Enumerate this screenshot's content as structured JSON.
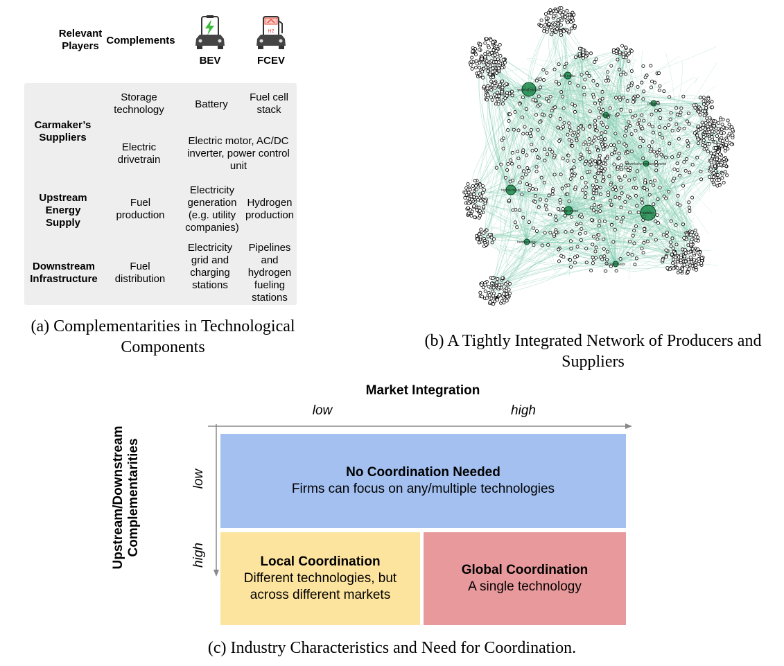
{
  "panel_a": {
    "header_players": "Relevant Players",
    "header_complements": "Complements",
    "col_bev": "BEV",
    "col_fcev": "FCEV",
    "rows": [
      {
        "player": "Carmaker’s Suppliers",
        "items": [
          {
            "complement": "Storage technology",
            "bev": "Battery",
            "fcev": "Fuel cell stack"
          },
          {
            "complement": "Electric drivetrain",
            "shared": "Electric motor, AC/DC inverter, power control unit"
          }
        ]
      },
      {
        "player": "Upstream Energy Supply",
        "items": [
          {
            "complement": "Fuel production",
            "bev": "Electricity generation (e.g. utility companies)",
            "fcev": "Hydrogen production"
          }
        ]
      },
      {
        "player": "Downstream Infrastructure",
        "items": [
          {
            "complement": "Fuel distribution",
            "bev": "Electricity grid and charging stations",
            "fcev": "Pipelines and hydrogen fueling stations"
          }
        ]
      }
    ],
    "caption": "(a) Complementarities in Technological Components",
    "colors": {
      "table_bg": "#eeeeee",
      "bev_bolt": "#3dbb3d",
      "fcev_accent": "#e74c3c"
    },
    "icons": [
      "bev-car-battery-icon",
      "fcev-car-hydrogen-icon"
    ],
    "h2_label": "H2"
  },
  "panel_b": {
    "caption": "(b) A Tightly Integrated Network of Producers and Suppliers",
    "node_labels": [
      "general motors",
      "ford motor",
      "peugeot",
      "renault",
      "bayerische motoren werke",
      "toyota motor",
      "nissan motor",
      "daimler",
      "honda motor",
      "suzuki motor"
    ],
    "colors": {
      "edge": "#7fccb0",
      "hub": "#1f8a4c"
    }
  },
  "panel_c": {
    "x_axis_title": "Market Integration",
    "x_low": "low",
    "x_high": "high",
    "y_axis_title": "Upstream/Downstream Complementarities",
    "y_low": "low",
    "y_high": "high",
    "top": {
      "title": "No Coordination Needed",
      "subtitle": "Firms can focus on any/multiple technologies",
      "color": "#a3c0f0"
    },
    "bottom_left": {
      "title": "Local Coordination",
      "subtitle": "Different technologies, but across different markets",
      "color": "#fde49e"
    },
    "bottom_right": {
      "title": "Global Coordination",
      "subtitle": "A single technology",
      "color": "#e8999b"
    },
    "caption": "(c) Industry Characteristics and Need for Coordination."
  }
}
